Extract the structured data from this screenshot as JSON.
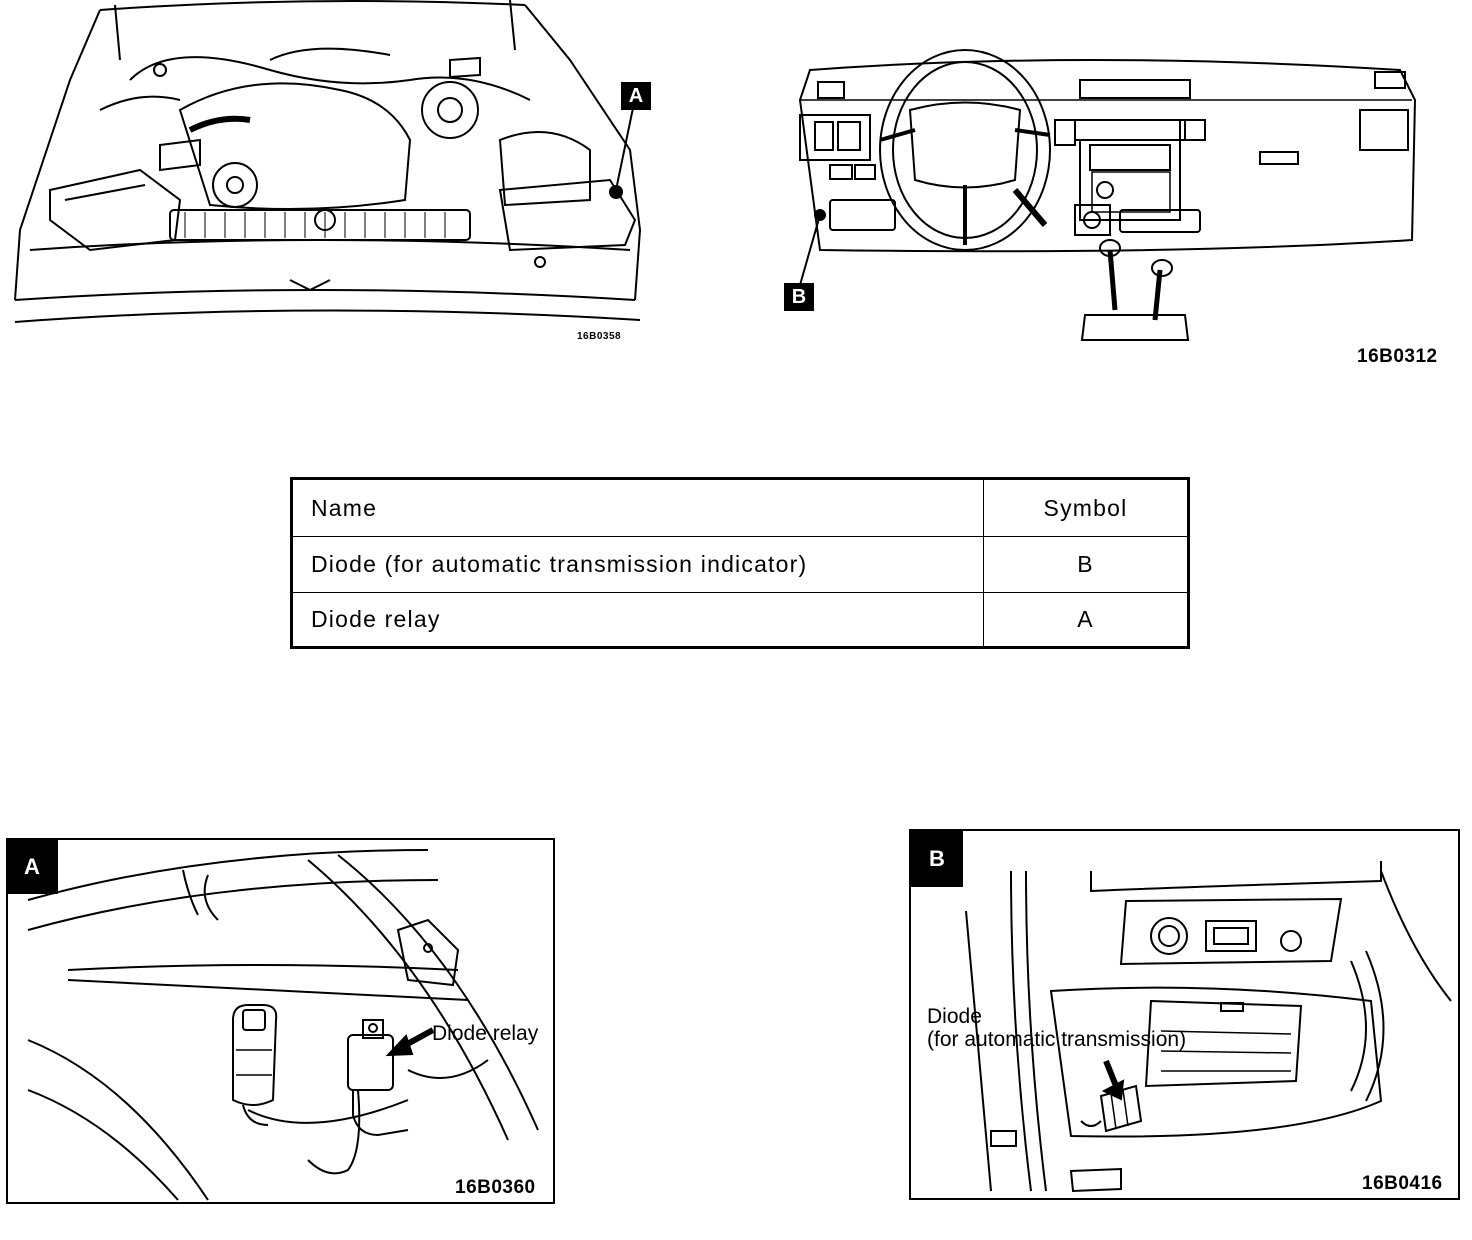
{
  "figures": {
    "engine_bay": {
      "code": "16B0358",
      "badge": "A"
    },
    "dashboard": {
      "code": "16B0312",
      "badge": "B"
    },
    "detail_a": {
      "badge": "A",
      "code": "16B0360",
      "callout": "Diode relay"
    },
    "detail_b": {
      "badge": "B",
      "code": "16B0416",
      "callout_line1": "Diode",
      "callout_line2": "(for automatic transmission)"
    }
  },
  "table": {
    "headers": {
      "name": "Name",
      "symbol": "Symbol"
    },
    "rows": [
      {
        "name": "Diode (for automatic transmission indicator)",
        "symbol": "B"
      },
      {
        "name": "Diode relay",
        "symbol": "A"
      }
    ]
  }
}
